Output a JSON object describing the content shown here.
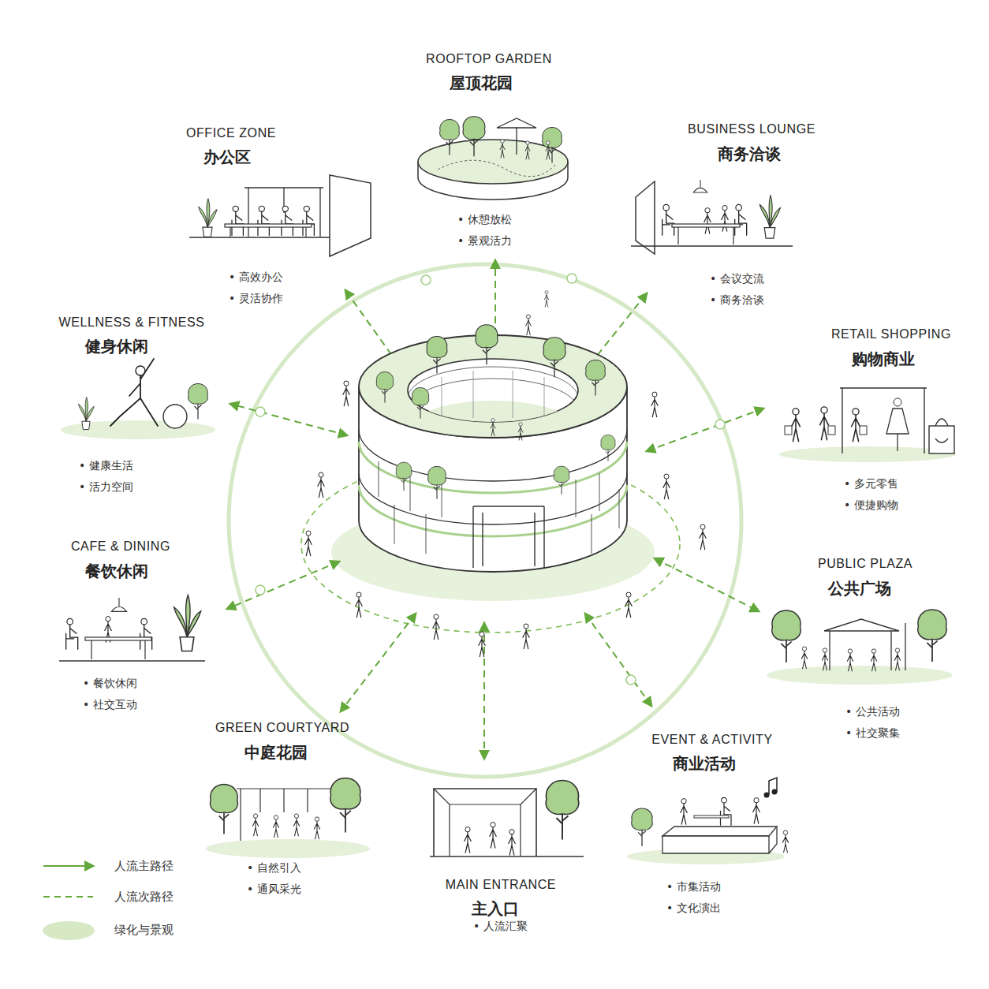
{
  "diagram": {
    "nodes": [
      {
        "text": [
          "ROOFTOP GARDEN",
          "屋顶花园",
          "• 休憩放松",
          "• 景观活力"
        ]
      },
      {
        "text": [
          "OFFICE ZONE",
          "办公区",
          "• 高效办公",
          "• 灵活协作"
        ]
      },
      {
        "text": [
          "BUSINESS LOUNGE",
          "商务洽谈",
          "• 会议交流",
          "• 商务洽谈"
        ]
      },
      {
        "text": [
          "WELLNESS & FITNESS",
          "健身休闲",
          "• 健康生活",
          "• 活力空间"
        ]
      },
      {
        "text": [
          "RETAIL SHOPPING",
          "购物商业",
          "• 多元零售",
          "• 便捷购物"
        ]
      },
      {
        "text": [
          "CAFE & DINING",
          "餐饮休闲",
          "• 餐饮休闲",
          "• 社交互动"
        ]
      },
      {
        "text": [
          "PUBLIC PLAZA",
          "公共广场",
          "• 公共活动",
          "• 社交聚集"
        ]
      },
      {
        "text": [
          "GREEN COURTYARD",
          "中庭花园",
          "• 自然引入",
          "• 通风采光"
        ]
      },
      {
        "text": [
          "MAIN ENTRANCE",
          "主入口",
          "• 人流汇聚"
        ]
      },
      {
        "text": [
          "EVENT & ACTIVITY",
          "商业活动",
          "• 市集活动",
          "• 文化演出"
        ]
      }
    ],
    "legend": [
      {
        "text": "人流主路径"
      },
      {
        "text": "人流次路径"
      },
      {
        "text": "绿化与景观",
        "color": "#d6e8c4"
      }
    ]
  }
}
